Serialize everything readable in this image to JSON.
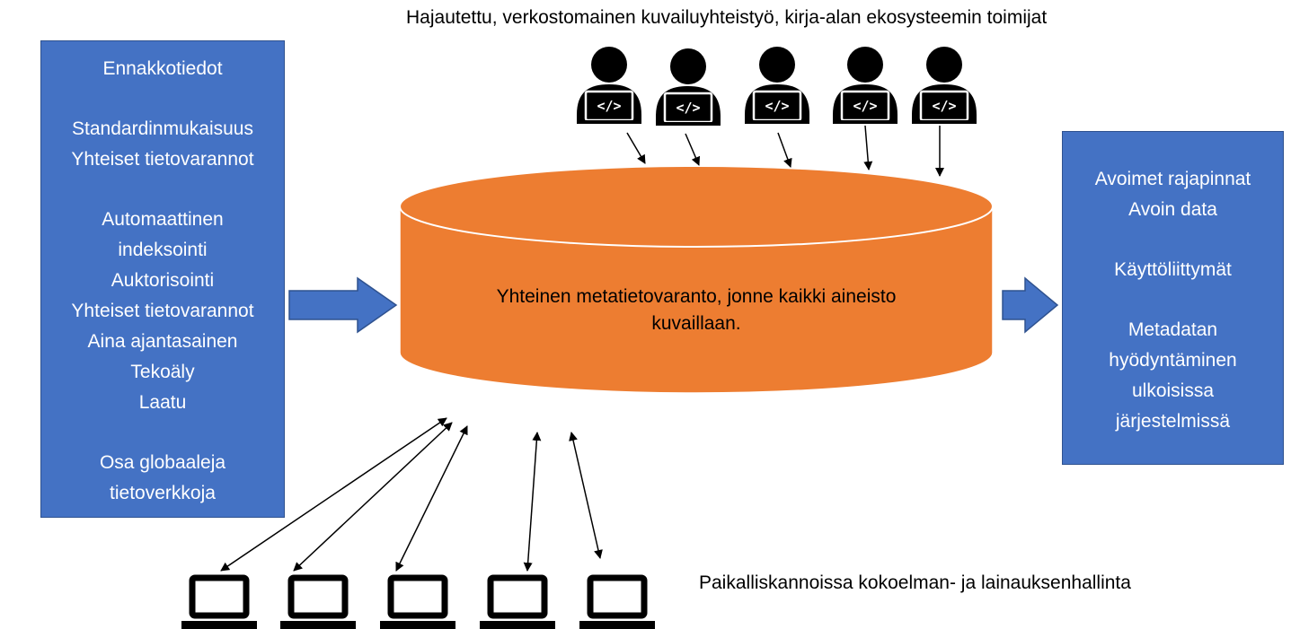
{
  "diagram": {
    "top_heading": "Hajautettu, verkostomainen kuvailuyhteistyö, kirja-alan ekosysteemin toimijat",
    "bottom_heading": "Paikalliskannoissa kokoelman- ja lainauksenhallinta",
    "repository": {
      "line1": "Yhteinen metatietovaranto, jonne kaikki aineisto",
      "line2": "kuvaillaan."
    },
    "left_panel": {
      "items": [
        "Ennakkotiedot",
        "",
        "Standardinmukaisuus",
        "Yhteiset tietovarannot",
        "",
        "Automaattinen",
        "indeksointi",
        "Auktorisointi",
        "Yhteiset tietovarannot",
        "Aina ajantasainen",
        "Tekoäly",
        "Laatu",
        "",
        "Osa globaaleja",
        "tietoverkkoja"
      ]
    },
    "right_panel": {
      "items": [
        "Avoimet rajapinnat",
        "Avoin data",
        "",
        "Käyttöliittymät",
        "",
        "Metadatan",
        "hyödyntäminen",
        "ulkoisissa",
        "järjestelmissä"
      ]
    },
    "icons": {
      "developer": "developer-icon",
      "laptop": "laptop-icon",
      "code_symbol": "</>"
    },
    "colors": {
      "panel_fill": "#4472c4",
      "panel_border": "#2f528f",
      "cylinder_fill": "#ed7d31",
      "icon": "#000000",
      "text_light": "#ffffff",
      "text_dark": "#000000"
    }
  }
}
